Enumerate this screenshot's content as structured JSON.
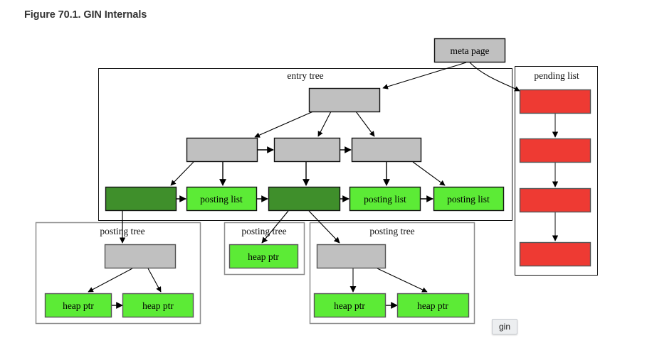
{
  "figure": {
    "title": "Figure 70.1. GIN Internals"
  },
  "badge": {
    "label": "gin"
  },
  "colors": {
    "gray_node": "#c0c0c0",
    "dark_green": "#3f8f2b",
    "bright_green": "#5ceb36",
    "red": "#ee3a33",
    "stroke": "#000000",
    "container_stroke": "#9a9a9a",
    "title_text": "#333333",
    "background": "#ffffff"
  },
  "diagram": {
    "type": "node-link",
    "meta_page": {
      "label": "meta page",
      "fill": "gray"
    },
    "containers": [
      {
        "name": "entry-tree",
        "label": "entry tree"
      },
      {
        "name": "pending-list",
        "label": "pending list"
      },
      {
        "name": "posting-tree-left",
        "label": "posting tree"
      },
      {
        "name": "posting-tree-middle",
        "label": "posting tree"
      },
      {
        "name": "posting-tree-right",
        "label": "posting tree"
      }
    ],
    "entry_tree": {
      "label": "entry tree",
      "root": {
        "label": "",
        "fill": "gray"
      },
      "level2": [
        {
          "label": "",
          "fill": "gray"
        },
        {
          "label": "",
          "fill": "gray"
        },
        {
          "label": "",
          "fill": "gray"
        }
      ],
      "leaves": [
        {
          "label": "",
          "fill": "dark-green"
        },
        {
          "label": "posting list",
          "fill": "bright-green"
        },
        {
          "label": "",
          "fill": "dark-green"
        },
        {
          "label": "posting list",
          "fill": "bright-green"
        },
        {
          "label": "posting list",
          "fill": "bright-green"
        }
      ]
    },
    "pending_list": {
      "label": "pending list",
      "pages": [
        {
          "label": "",
          "fill": "red"
        },
        {
          "label": "",
          "fill": "red"
        },
        {
          "label": "",
          "fill": "red"
        },
        {
          "label": "",
          "fill": "red"
        }
      ]
    },
    "posting_tree_left": {
      "label": "posting tree",
      "root": {
        "label": "",
        "fill": "gray"
      },
      "leaves": [
        {
          "label": "heap ptr",
          "fill": "bright-green"
        },
        {
          "label": "heap ptr",
          "fill": "bright-green"
        }
      ]
    },
    "posting_tree_middle": {
      "label": "posting tree",
      "leaves": [
        {
          "label": "heap ptr",
          "fill": "bright-green"
        }
      ]
    },
    "posting_tree_right": {
      "label": "posting tree",
      "root": {
        "label": "",
        "fill": "gray"
      },
      "leaves": [
        {
          "label": "heap ptr",
          "fill": "bright-green"
        },
        {
          "label": "heap ptr",
          "fill": "bright-green"
        }
      ]
    }
  }
}
